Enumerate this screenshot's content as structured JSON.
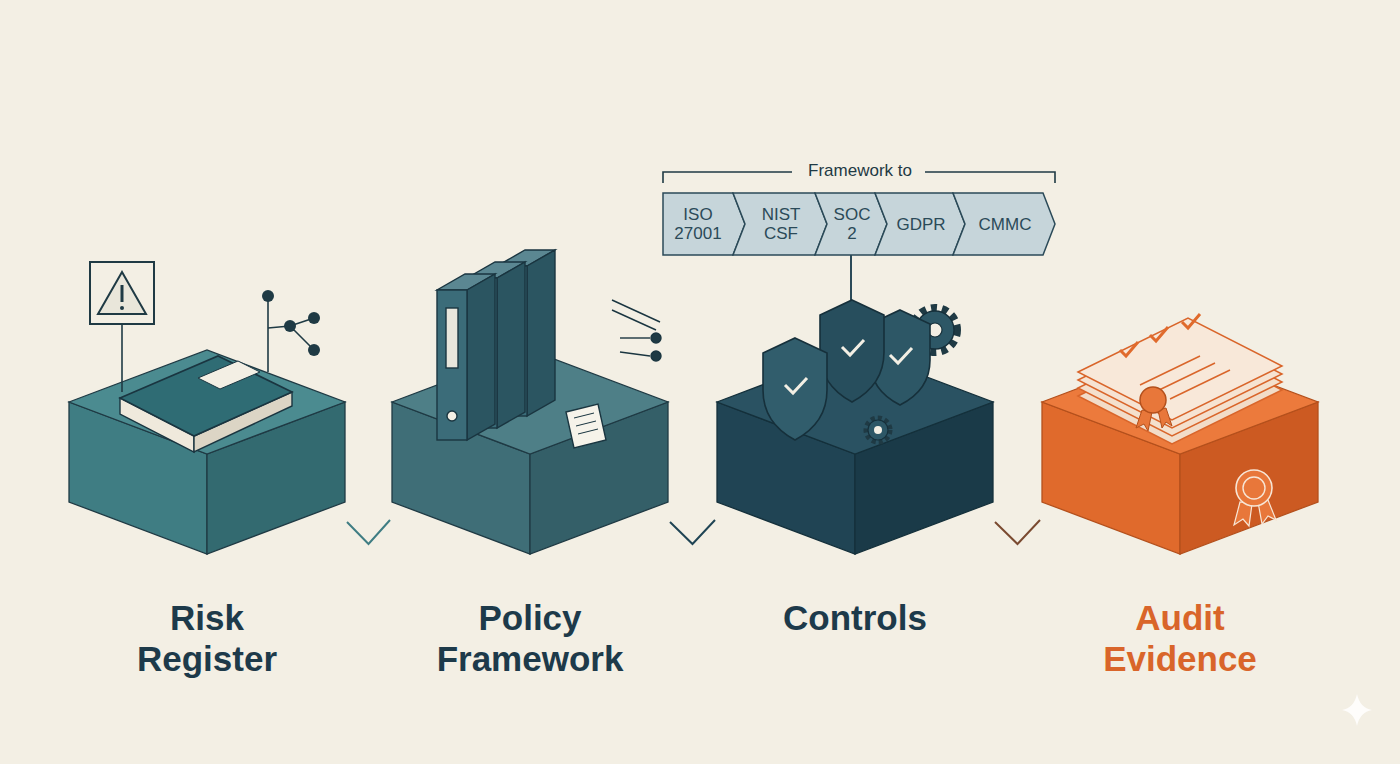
{
  "diagram": {
    "nodes": [
      {
        "text": [
          "Risk Register"
        ]
      },
      {
        "text": [
          "Policy Framework"
        ]
      },
      {
        "text": [
          "Controls"
        ]
      },
      {
        "text": [
          "Audit Evidence"
        ]
      },
      {
        "text": [
          "ISO 27001"
        ]
      },
      {
        "text": [
          "NIST CSF"
        ]
      },
      {
        "text": [
          "SOC 2"
        ]
      },
      {
        "text": [
          "GDPR"
        ]
      },
      {
        "text": [
          "CMMC"
        ]
      }
    ],
    "edges": [
      {
        "from": 0,
        "to": 1,
        "arrow": "none"
      },
      {
        "from": 1,
        "to": 2,
        "arrow": "none"
      },
      {
        "from": 2,
        "to": 3,
        "arrow": "none"
      },
      {
        "from": 6,
        "to": 2,
        "arrow": "none"
      }
    ],
    "labels": [
      "Framework to"
    ]
  }
}
